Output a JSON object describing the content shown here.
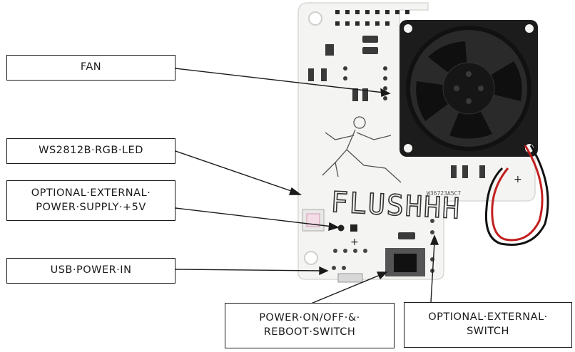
{
  "diagram": {
    "board_logo": "FLUSHHH",
    "board_marking": "W36723A5C7",
    "plus_marks": [
      "+",
      "+"
    ],
    "callouts": [
      {
        "id": "fan",
        "lines": [
          "FAN"
        ]
      },
      {
        "id": "led",
        "lines": [
          "WS2812B·RGB·LED"
        ]
      },
      {
        "id": "ext-power",
        "lines": [
          "OPTIONAL·EXTERNAL·",
          "POWER·SUPPLY·+5V"
        ]
      },
      {
        "id": "usb",
        "lines": [
          "USB·POWER·IN"
        ]
      },
      {
        "id": "power-switch",
        "lines": [
          "POWER·ON/OFF·&·",
          "REBOOT·SWITCH"
        ]
      },
      {
        "id": "ext-switch",
        "lines": [
          "OPTIONAL·EXTERNAL·",
          "SWITCH"
        ]
      }
    ]
  },
  "colors": {
    "board": "#f4f4f2",
    "board_edge": "#d9d9d6",
    "fan": "#1c1c1c",
    "wire_red": "#c21f1f",
    "wire_black": "#111111",
    "outline": "#1a1a1a"
  }
}
